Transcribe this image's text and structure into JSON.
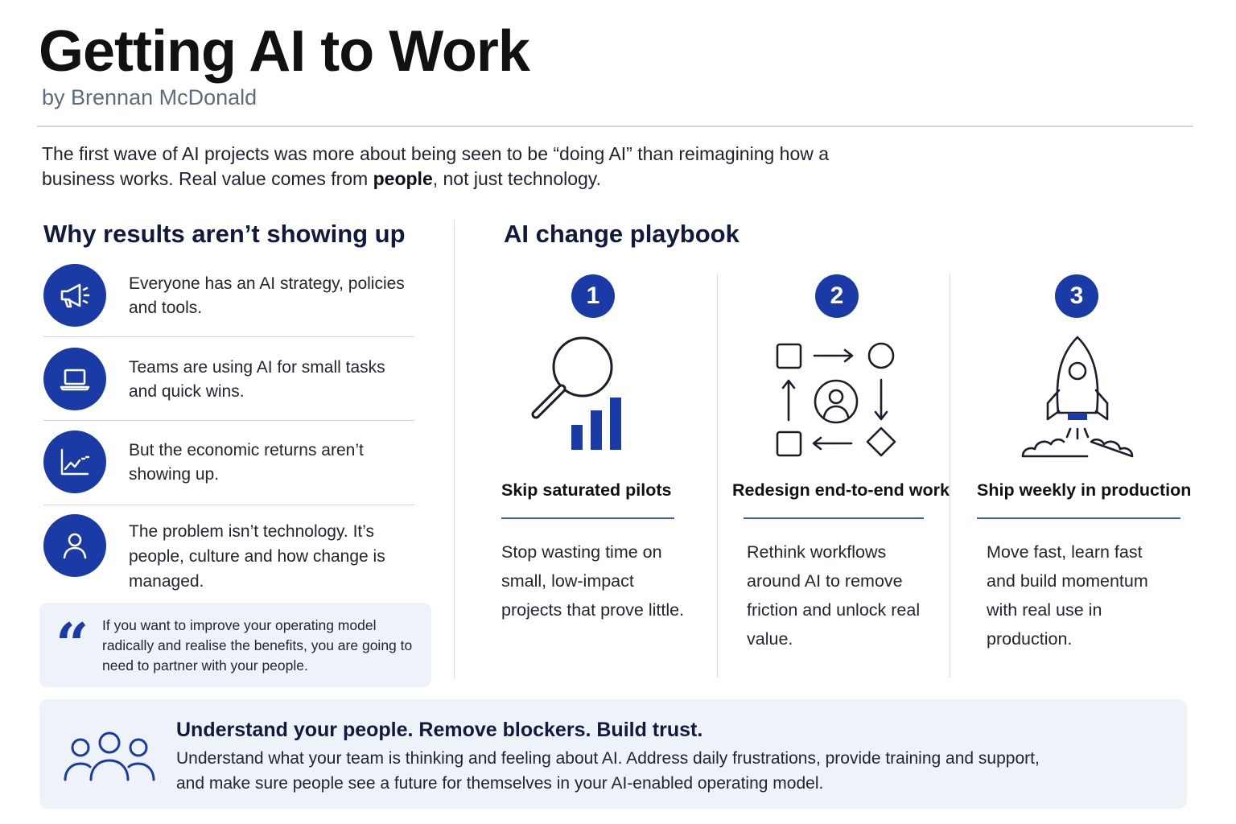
{
  "header": {
    "title": "Getting AI to Work",
    "byline": "by Brennan McDonald"
  },
  "intro": {
    "text_before": "The first wave of AI projects was more about being seen to be “doing AI” than reimagining how a business works. Real value comes from ",
    "emphasis": "people",
    "text_after": ", not just technology."
  },
  "why": {
    "heading": "Why results aren’t showing up",
    "items": [
      {
        "icon": "megaphone-icon",
        "text": "Everyone has an AI strategy, policies and tools."
      },
      {
        "icon": "laptop-icon",
        "text": "Teams are using AI for small tasks and quick wins."
      },
      {
        "icon": "trend-chart-icon",
        "text": "But the economic returns aren’t showing up."
      },
      {
        "icon": "person-icon",
        "text": "The problem isn’t technology. It’s people, culture and how change is managed."
      }
    ],
    "quote_mark": "“",
    "quote": "If you want to improve your operating model radically and realise the benefits, you are going to need to partner with your people."
  },
  "playbook": {
    "heading": "AI change playbook",
    "steps": [
      {
        "number": "1",
        "icon": "magnifier-bar-chart-icon",
        "title": "Skip saturated pilots",
        "description": "Stop wasting time on small, low-impact projects that prove little."
      },
      {
        "number": "2",
        "icon": "workflow-cycle-icon",
        "title": "Redesign end-to-end work",
        "description": "Rethink workflows around AI to remove friction and unlock real value."
      },
      {
        "number": "3",
        "icon": "rocket-icon",
        "title": "Ship weekly in production",
        "description": "Move fast, learn fast and build momentum with real use in production."
      }
    ]
  },
  "banner": {
    "icon": "people-group-icon",
    "title": "Understand your people. Remove blockers. Build trust.",
    "text": "Understand what your team is thinking and feeling about AI. Address daily frustrations, provide training and support, and make sure people see a future for themselves in your AI-enabled operating model."
  },
  "colors": {
    "accent": "#1a3aa5",
    "heading": "#0f1a3d",
    "panel": "#eef2f9",
    "underline": "#3a5ad6"
  }
}
